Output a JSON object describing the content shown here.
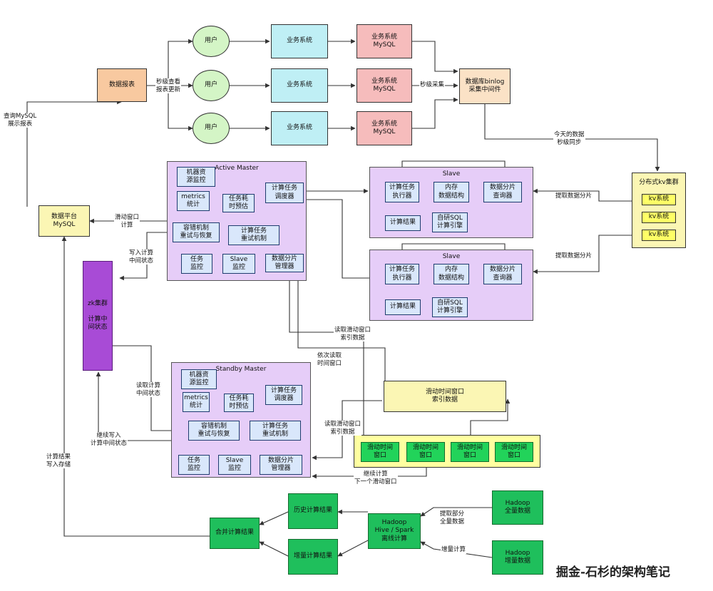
{
  "nodes": {
    "report": "数据报表",
    "user1": "用户",
    "user2": "用户",
    "user3": "用户",
    "biz1": "业务系统",
    "biz2": "业务系统",
    "biz3": "业务系统",
    "mysql1": "业务系统\nMySQL",
    "mysql2": "业务系统\nMySQL",
    "mysql3": "业务系统\nMySQL",
    "binlog": "数据库binlog\n采集中间件",
    "kv_cluster": "分布式kv集群",
    "kv1": "kv系统",
    "kv2": "kv系统",
    "kv3": "kv系统",
    "platform": "数据平台\nMySQL",
    "zk": "zk集群\n\n计算中\n间状态",
    "active_master": "Active Master",
    "am_machine": "机器资\n源监控",
    "am_metrics": "metrics\n统计",
    "am_cost": "任务耗\n时预估",
    "am_scheduler": "计算任务\n调度器",
    "am_fault": "容错机制\n重试与恢复",
    "am_retry": "计算任务\n重试机制",
    "am_task": "任务\n监控",
    "am_slave": "Slave\n监控",
    "am_shard": "数据分片\n管理器",
    "slave1": "Slave",
    "slave2": "Slave",
    "s_exec": "计算任务\n执行器",
    "s_mem": "内存\n数据结构",
    "s_query": "数据分片\n查询器",
    "s_result": "计算结果",
    "s_sql": "自研SQL\n计算引擎",
    "standby_master": "Standby Master",
    "sm_machine": "机器资\n源监控",
    "sm_metrics": "metrics\n统计",
    "sm_cost": "任务耗\n时预估",
    "sm_scheduler": "计算任务\n调度器",
    "sm_fault": "容错机制\n重试与恢复",
    "sm_retry": "计算任务\n重试机制",
    "sm_task": "任务\n监控",
    "sm_slave": "Slave\n监控",
    "sm_shard": "数据分片\n管理器",
    "sw_index": "滑动时间窗口\n索引数据",
    "win1": "滑动时间\n窗口",
    "win2": "滑动时间\n窗口",
    "win3": "滑动时间\n窗口",
    "win4": "滑动时间\n窗口",
    "merge": "合并计算结果",
    "hist": "历史计算结果",
    "incr": "增量计算结果",
    "offline": "Hadoop\nHive / Spark\n离线计算",
    "hadoop_full": "Hadoop\n全量数据",
    "hadoop_incr": "Hadoop\n增量数据"
  },
  "labels": {
    "sec_view": "秒级查看\n报表更新",
    "query_mysql": "查询MySQL\n展示报表",
    "sec_collect": "秒级采集",
    "today_sync": "今天的数据\n秒级同步",
    "fetch1": "提取数据分片",
    "fetch2": "提取数据分片",
    "sliding_calc": "滑动窗口\n计算",
    "write_state": "写入计算\n中间状态",
    "read_idx_top": "读取滑动窗口\n索引数据",
    "read_seq": "依次读取\n时间窗口",
    "read_state": "读取计算\n中间状态",
    "cont_write": "继续写入\n计算中间状态",
    "read_idx_mid": "读取滑动窗口\n索引数据",
    "cont_next": "继续计算\n下一个滑动窗口",
    "store_result": "计算结果\n写入存储",
    "fetch_partial": "提取部分\n全量数据",
    "incr_calc": "增量计算"
  },
  "watermark": "掘金-石杉的架构笔记",
  "colors": {
    "line": "#333333",
    "master_bg": "#e6cdf8",
    "zk": "#a84bd6",
    "window": "#22d35a"
  }
}
